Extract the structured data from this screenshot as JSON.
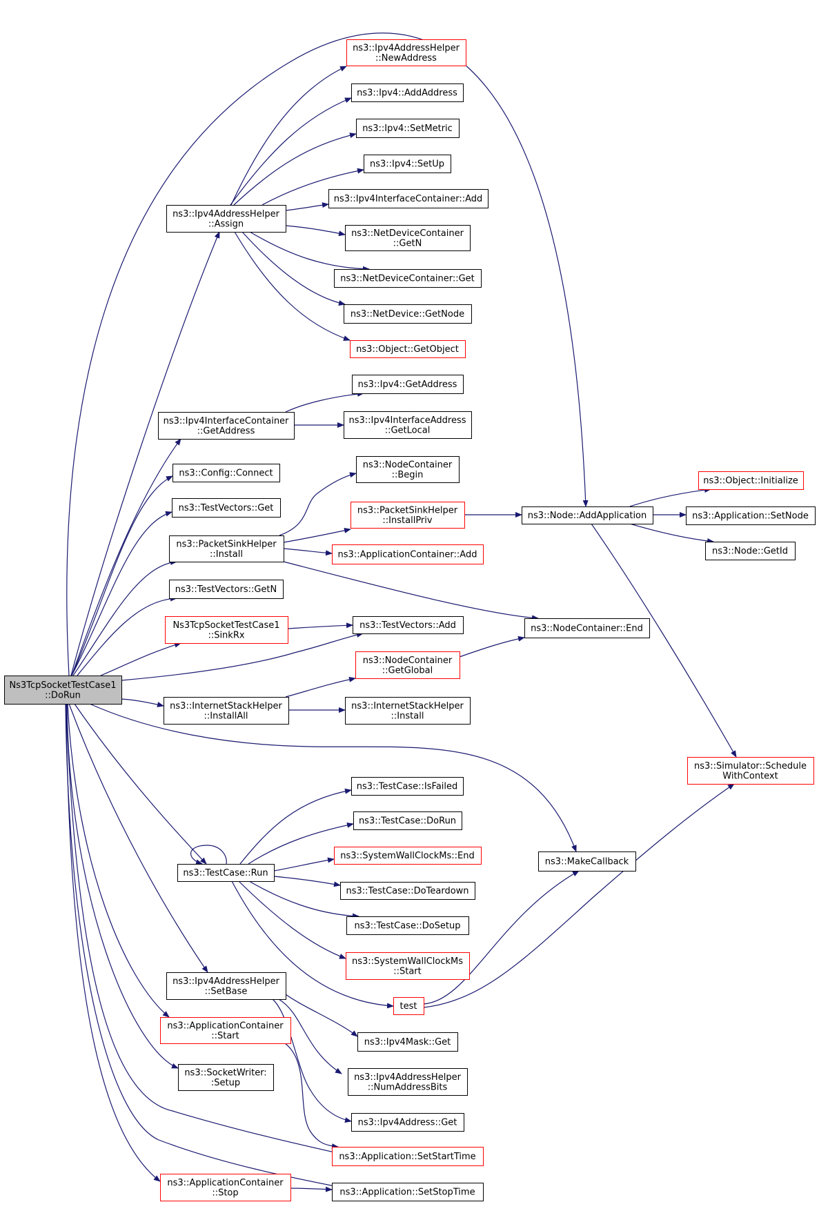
{
  "nodes": [
    {
      "id": "root",
      "lines": [
        "Ns3TcpSocketTestCase1",
        "::DoRun"
      ],
      "style": "root"
    },
    {
      "id": "makeaddr",
      "lines": [
        "ns3::Ipv4AddressHelper",
        "::NewAddress"
      ],
      "style": "red"
    },
    {
      "id": "addaddr",
      "lines": [
        "ns3::Ipv4::AddAddress"
      ],
      "style": "black"
    },
    {
      "id": "setmetric",
      "lines": [
        "ns3::Ipv4::SetMetric"
      ],
      "style": "black"
    },
    {
      "id": "setup",
      "lines": [
        "ns3::Ipv4::SetUp"
      ],
      "style": "black"
    },
    {
      "id": "ifcadd",
      "lines": [
        "ns3::Ipv4InterfaceContainer::Add"
      ],
      "style": "black"
    },
    {
      "id": "assign",
      "lines": [
        "ns3::Ipv4AddressHelper",
        "::Assign"
      ],
      "style": "black"
    },
    {
      "id": "ndcgetn",
      "lines": [
        "ns3::NetDeviceContainer",
        "::GetN"
      ],
      "style": "black"
    },
    {
      "id": "ndcget",
      "lines": [
        "ns3::NetDeviceContainer::Get"
      ],
      "style": "black"
    },
    {
      "id": "ndgetnode",
      "lines": [
        "ns3::NetDevice::GetNode"
      ],
      "style": "black"
    },
    {
      "id": "getobject",
      "lines": [
        "ns3::Object::GetObject"
      ],
      "style": "red"
    },
    {
      "id": "ipv4getaddr",
      "lines": [
        "ns3::Ipv4::GetAddress"
      ],
      "style": "black"
    },
    {
      "id": "ifcgetaddr",
      "lines": [
        "ns3::Ipv4InterfaceContainer",
        "::GetAddress"
      ],
      "style": "black"
    },
    {
      "id": "ifagetlocal",
      "lines": [
        "ns3::Ipv4InterfaceAddress",
        "::GetLocal"
      ],
      "style": "black"
    },
    {
      "id": "cfgconnect",
      "lines": [
        "ns3::Config::Connect"
      ],
      "style": "black"
    },
    {
      "id": "ncbegin",
      "lines": [
        "ns3::NodeContainer",
        "::Begin"
      ],
      "style": "black"
    },
    {
      "id": "tvget",
      "lines": [
        "ns3::TestVectors::Get"
      ],
      "style": "black"
    },
    {
      "id": "psinstallpriv",
      "lines": [
        "ns3::PacketSinkHelper",
        "::InstallPriv"
      ],
      "style": "red"
    },
    {
      "id": "nodeaddapp",
      "lines": [
        "ns3::Node::AddApplication"
      ],
      "style": "black"
    },
    {
      "id": "objinit",
      "lines": [
        "ns3::Object::Initialize"
      ],
      "style": "red"
    },
    {
      "id": "appsetnode",
      "lines": [
        "ns3::Application::SetNode"
      ],
      "style": "black"
    },
    {
      "id": "nodegetid",
      "lines": [
        "ns3::Node::GetId"
      ],
      "style": "black"
    },
    {
      "id": "psinstall",
      "lines": [
        "ns3::PacketSinkHelper",
        "::Install"
      ],
      "style": "black"
    },
    {
      "id": "appcadd",
      "lines": [
        "ns3::ApplicationContainer::Add"
      ],
      "style": "red"
    },
    {
      "id": "tvgetn",
      "lines": [
        "ns3::TestVectors::GetN"
      ],
      "style": "black"
    },
    {
      "id": "sinkrx",
      "lines": [
        "Ns3TcpSocketTestCase1",
        "::SinkRx"
      ],
      "style": "red"
    },
    {
      "id": "tvadd",
      "lines": [
        "ns3::TestVectors::Add"
      ],
      "style": "black"
    },
    {
      "id": "ncend",
      "lines": [
        "ns3::NodeContainer::End"
      ],
      "style": "black"
    },
    {
      "id": "ncgetglobal",
      "lines": [
        "ns3::NodeContainer",
        "::GetGlobal"
      ],
      "style": "red"
    },
    {
      "id": "ishinstallall",
      "lines": [
        "ns3::InternetStackHelper",
        "::InstallAll"
      ],
      "style": "black"
    },
    {
      "id": "ishinstall",
      "lines": [
        "ns3::InternetStackHelper",
        "::Install"
      ],
      "style": "black"
    },
    {
      "id": "simsched",
      "lines": [
        "ns3::Simulator::Schedule",
        "WithContext"
      ],
      "style": "red"
    },
    {
      "id": "tcisfailed",
      "lines": [
        "ns3::TestCase::IsFailed"
      ],
      "style": "black"
    },
    {
      "id": "tcdorun",
      "lines": [
        "ns3::TestCase::DoRun"
      ],
      "style": "black"
    },
    {
      "id": "swcend",
      "lines": [
        "ns3::SystemWallClockMs::End"
      ],
      "style": "red"
    },
    {
      "id": "makecb",
      "lines": [
        "ns3::MakeCallback"
      ],
      "style": "black"
    },
    {
      "id": "tcrun",
      "lines": [
        "ns3::TestCase::Run"
      ],
      "style": "black"
    },
    {
      "id": "tcdoteardown",
      "lines": [
        "ns3::TestCase::DoTeardown"
      ],
      "style": "black"
    },
    {
      "id": "tcdosetup",
      "lines": [
        "ns3::TestCase::DoSetup"
      ],
      "style": "black"
    },
    {
      "id": "swcstart",
      "lines": [
        "ns3::SystemWallClockMs",
        "::Start"
      ],
      "style": "red"
    },
    {
      "id": "setbase",
      "lines": [
        "ns3::Ipv4AddressHelper",
        "::SetBase"
      ],
      "style": "black"
    },
    {
      "id": "test",
      "lines": [
        "test"
      ],
      "style": "red"
    },
    {
      "id": "appcstart",
      "lines": [
        "ns3::ApplicationContainer",
        "::Start"
      ],
      "style": "red"
    },
    {
      "id": "maskget",
      "lines": [
        "ns3::Ipv4Mask::Get"
      ],
      "style": "black"
    },
    {
      "id": "sockwsetup",
      "lines": [
        "ns3::SocketWriter:",
        ":Setup"
      ],
      "style": "black"
    },
    {
      "id": "numaddrbits",
      "lines": [
        "ns3::Ipv4AddressHelper",
        "::NumAddressBits"
      ],
      "style": "black"
    },
    {
      "id": "addrget",
      "lines": [
        "ns3::Ipv4Address::Get"
      ],
      "style": "black"
    },
    {
      "id": "appsetstart",
      "lines": [
        "ns3::Application::SetStartTime"
      ],
      "style": "red"
    },
    {
      "id": "appcstop",
      "lines": [
        "ns3::ApplicationContainer",
        "::Stop"
      ],
      "style": "red"
    },
    {
      "id": "appsetstop",
      "lines": [
        "ns3::Application::SetStopTime"
      ],
      "style": "black"
    }
  ],
  "edges": [
    {
      "from": "root",
      "to": "nodeaddapp"
    },
    {
      "from": "root",
      "to": "assign"
    },
    {
      "from": "root",
      "to": "ifcgetaddr"
    },
    {
      "from": "root",
      "to": "cfgconnect"
    },
    {
      "from": "root",
      "to": "tvget"
    },
    {
      "from": "root",
      "to": "psinstall"
    },
    {
      "from": "root",
      "to": "tvgetn"
    },
    {
      "from": "root",
      "to": "sinkrx"
    },
    {
      "from": "root",
      "to": "tvadd"
    },
    {
      "from": "root",
      "to": "ishinstallall"
    },
    {
      "from": "root",
      "to": "makecb"
    },
    {
      "from": "root",
      "to": "tcrun"
    },
    {
      "from": "root",
      "to": "setbase"
    },
    {
      "from": "root",
      "to": "appcstart"
    },
    {
      "from": "root",
      "to": "sockwsetup"
    },
    {
      "from": "root",
      "to": "appsetstart"
    },
    {
      "from": "root",
      "to": "appcstop"
    },
    {
      "from": "root",
      "to": "appsetstop"
    },
    {
      "from": "assign",
      "to": "makeaddr"
    },
    {
      "from": "assign",
      "to": "addaddr"
    },
    {
      "from": "assign",
      "to": "setmetric"
    },
    {
      "from": "assign",
      "to": "setup"
    },
    {
      "from": "assign",
      "to": "ifcadd"
    },
    {
      "from": "assign",
      "to": "ndcgetn"
    },
    {
      "from": "assign",
      "to": "ndcget"
    },
    {
      "from": "assign",
      "to": "ndgetnode"
    },
    {
      "from": "assign",
      "to": "getobject"
    },
    {
      "from": "ifcgetaddr",
      "to": "ipv4getaddr"
    },
    {
      "from": "ifcgetaddr",
      "to": "ifagetlocal"
    },
    {
      "from": "psinstall",
      "to": "ncbegin"
    },
    {
      "from": "psinstall",
      "to": "psinstallpriv"
    },
    {
      "from": "psinstall",
      "to": "appcadd"
    },
    {
      "from": "psinstall",
      "to": "ncend"
    },
    {
      "from": "psinstallpriv",
      "to": "nodeaddapp"
    },
    {
      "from": "nodeaddapp",
      "to": "objinit"
    },
    {
      "from": "nodeaddapp",
      "to": "appsetnode"
    },
    {
      "from": "nodeaddapp",
      "to": "nodegetid"
    },
    {
      "from": "nodeaddapp",
      "to": "simsched"
    },
    {
      "from": "sinkrx",
      "to": "tvadd"
    },
    {
      "from": "ishinstallall",
      "to": "ncgetglobal"
    },
    {
      "from": "ishinstallall",
      "to": "ishinstall"
    },
    {
      "from": "ncgetglobal",
      "to": "ncend"
    },
    {
      "from": "tcrun",
      "to": "tcrun"
    },
    {
      "from": "tcrun",
      "to": "tcisfailed"
    },
    {
      "from": "tcrun",
      "to": "tcdorun"
    },
    {
      "from": "tcrun",
      "to": "swcend"
    },
    {
      "from": "tcrun",
      "to": "tcdoteardown"
    },
    {
      "from": "tcrun",
      "to": "tcdosetup"
    },
    {
      "from": "tcrun",
      "to": "swcstart"
    },
    {
      "from": "tcrun",
      "to": "test"
    },
    {
      "from": "test",
      "to": "makecb"
    },
    {
      "from": "test",
      "to": "simsched"
    },
    {
      "from": "setbase",
      "to": "maskget"
    },
    {
      "from": "setbase",
      "to": "numaddrbits"
    },
    {
      "from": "setbase",
      "to": "addrget"
    },
    {
      "from": "appcstart",
      "to": "appsetstart"
    },
    {
      "from": "appcstop",
      "to": "appsetstop"
    }
  ],
  "colors": {
    "edge": "#191970",
    "box_border": "#000000",
    "box_border_red": "#ff0000",
    "root_fill": "#bfbfbf",
    "box_fill": "#ffffff",
    "text": "#000000"
  }
}
